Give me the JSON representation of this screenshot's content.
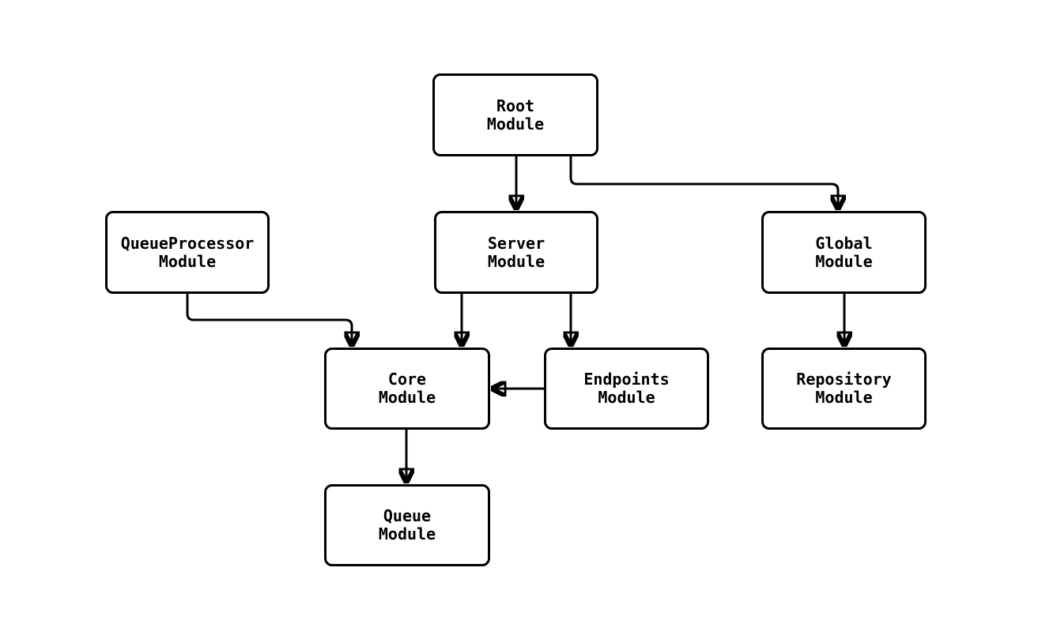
{
  "diagram": {
    "type": "module-dependency-flowchart",
    "background_color": "#ffffff",
    "node_fill": "#ffffff",
    "node_border_color": "#000000",
    "edge_color": "#000000",
    "text_color": "#000000",
    "nodes": [
      {
        "id": "root",
        "label": "Root\nModule"
      },
      {
        "id": "queueprocessor",
        "label": "QueueProcessor\nModule"
      },
      {
        "id": "server",
        "label": "Server\nModule"
      },
      {
        "id": "global",
        "label": "Global\nModule"
      },
      {
        "id": "core",
        "label": "Core\nModule"
      },
      {
        "id": "endpoints",
        "label": "Endpoints\nModule"
      },
      {
        "id": "repository",
        "label": "Repository\nModule"
      },
      {
        "id": "queue",
        "label": "Queue\nModule"
      }
    ],
    "edges": [
      {
        "from": "root",
        "to": "server"
      },
      {
        "from": "root",
        "to": "global"
      },
      {
        "from": "queueprocessor",
        "to": "core"
      },
      {
        "from": "server",
        "to": "core"
      },
      {
        "from": "server",
        "to": "endpoints"
      },
      {
        "from": "endpoints",
        "to": "core"
      },
      {
        "from": "global",
        "to": "repository"
      },
      {
        "from": "core",
        "to": "queue"
      }
    ]
  }
}
